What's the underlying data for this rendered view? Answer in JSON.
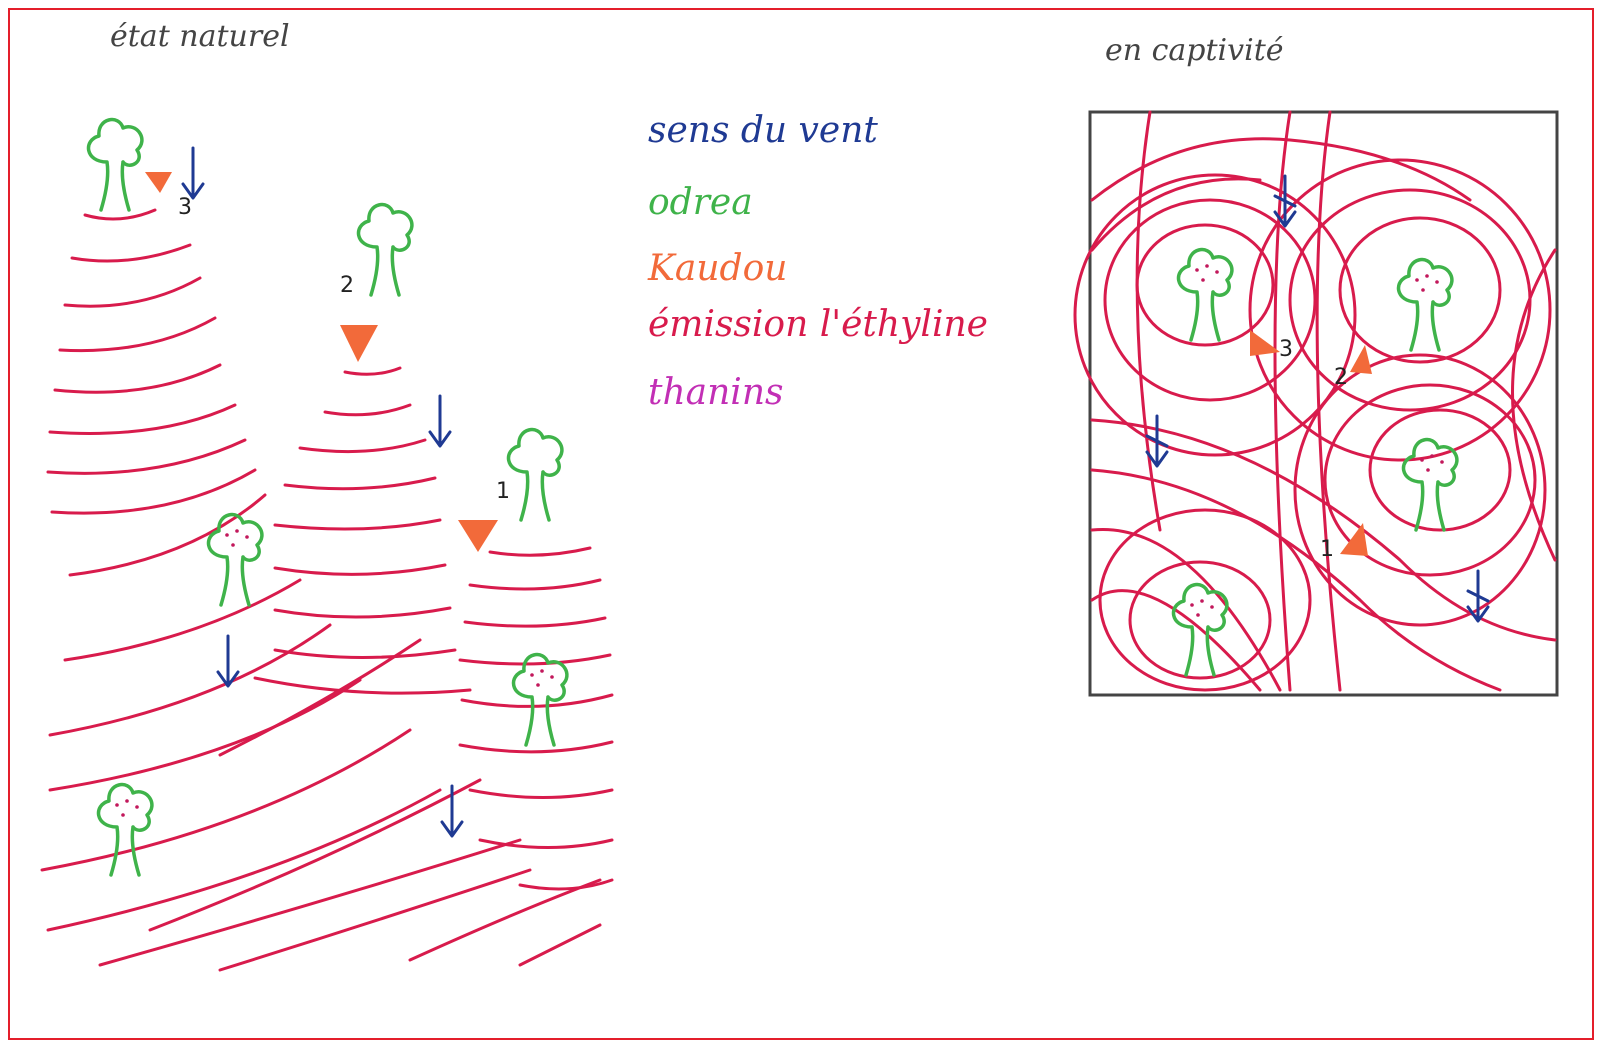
{
  "titles": {
    "left": "état naturel",
    "right": "en captivité"
  },
  "legend": [
    {
      "label": "sens du vent",
      "color": "#1f3a93"
    },
    {
      "label": "odrea",
      "color": "#3fb34a"
    },
    {
      "label": "Kaudou",
      "color": "#f26a3a"
    },
    {
      "label": "émission l'éthyline",
      "color": "#d81b4c"
    },
    {
      "label": "thanins",
      "color": "#c22fb5"
    }
  ],
  "markers": {
    "left": [
      "3",
      "2",
      "1"
    ],
    "right": [
      "3",
      "2",
      "1"
    ]
  },
  "colors": {
    "frame": "#e41e2b",
    "enclosure": "#444444",
    "tree": "#3fb34a",
    "ethylene": "#d81b4c",
    "wind": "#1f3a93",
    "kudu": "#f26a3a"
  }
}
